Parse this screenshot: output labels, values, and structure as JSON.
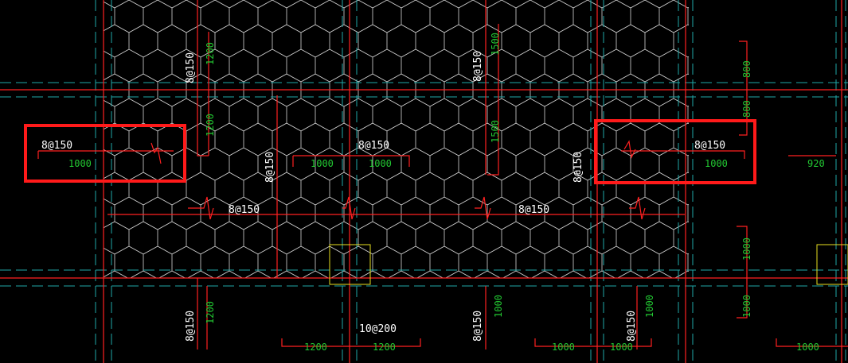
{
  "colors": {
    "background": "#000000",
    "rebar": "#ff2020",
    "grid_axis": "#1fa8a8",
    "hatch": "#d8d8d8",
    "label_white": "#ffffff",
    "label_green": "#22c832",
    "column": "#e8e020",
    "highlight": "#ff1a1a"
  },
  "labels": {
    "rebar_left_top_vertical": "8@150",
    "rebar_left_mid_horizontal": "8@150",
    "rebar_center_vertical_a": "8@150",
    "rebar_center_horizontal": "8@150",
    "rebar_bottom_horizontal_a": "8@150",
    "rebar_center_top_vertical": "8@150",
    "rebar_right_vertical_mid": "8@150",
    "rebar_bottom_horizontal_b": "8@150",
    "rebar_right_box": "8@150",
    "rebar_bottom_left_vertical": "8@150",
    "rebar_bottom_center": "10@200",
    "rebar_bottom_center_vertical": "8@150",
    "rebar_bottom_right_vertical": "8@150"
  },
  "dims": {
    "d_1200_top": "1200",
    "d_1200_mid": "1200",
    "d_1000_left": "1000",
    "d_1000_c1": "1000",
    "d_1000_c2": "1000",
    "d_1500_top": "1500",
    "d_1500_mid": "1500",
    "d_800_top": "800",
    "d_800_mid": "800",
    "d_1000_rbox": "1000",
    "d_920": "920",
    "d_1000_rv1": "1000",
    "d_1000_rv2": "1000",
    "d_1200_bl": "1200",
    "d_1200_b1": "1200",
    "d_1200_b2": "1200",
    "d_1000_bv": "1000",
    "d_1000_bv2": "1000",
    "d_1000_b3": "1000",
    "d_1000_b4": "1000",
    "d_1000_b5": "1000"
  }
}
